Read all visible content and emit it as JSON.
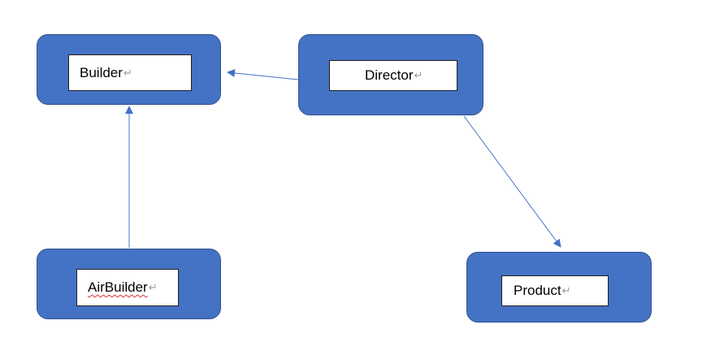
{
  "diagram": {
    "colors": {
      "node_fill": "#4472c4",
      "node_border": "#2f528f",
      "arrow": "#4472c4",
      "paragraph_mark": "#9a9a9a",
      "spellcheck_underline": "#e03030"
    },
    "nodes": {
      "builder": {
        "label": "Builder"
      },
      "director": {
        "label": "Director"
      },
      "airbuilder": {
        "label": "AirBuilder"
      },
      "product": {
        "label": "Product"
      }
    },
    "paragraph_mark": "↵"
  }
}
